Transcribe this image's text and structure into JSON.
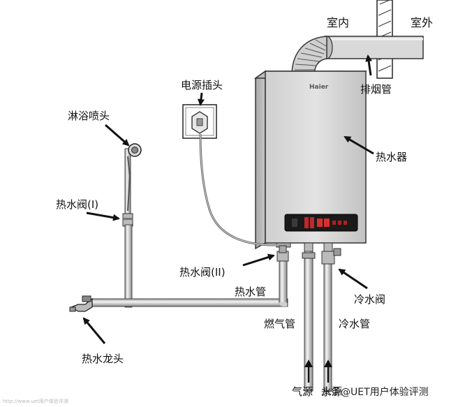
{
  "labels": {
    "indoor": "室内",
    "outdoor": "室外",
    "exhaust_pipe": "排烟管",
    "power_plug": "电源插头",
    "shower_head": "淋浴喷头",
    "heater": "热水器",
    "hot_valve_1": "热水阀(I)",
    "hot_valve_2": "热水阀(II)",
    "hot_pipe": "热水管",
    "cold_valve": "冷水阀",
    "gas_pipe": "燃气管",
    "cold_pipe": "冷水管",
    "hot_faucet": "热水龙头",
    "gas_source": "气源",
    "water_source": "水源"
  },
  "heater_brand": "Haier",
  "watermark": "头条@UET用户体验评测",
  "watermark_left": "http://www.uet用户体验评测"
}
